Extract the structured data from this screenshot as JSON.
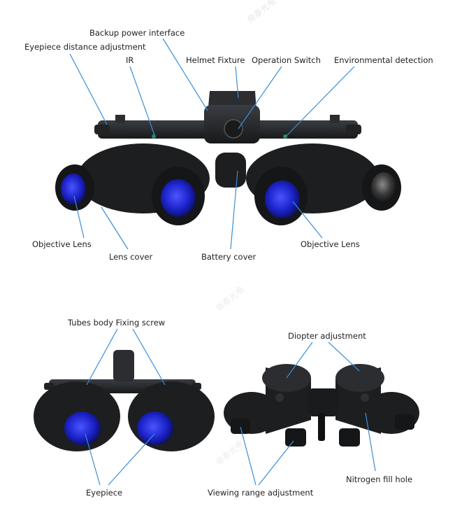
{
  "labels": {
    "backup_power": "Backup power interface",
    "eyepiece_distance": "Eyepiece distance adjustment",
    "ir": "IR",
    "helmet_fixture": "Helmet Fixture",
    "operation_switch": "Operation Switch",
    "environmental_detection": "Environmental detection",
    "objective_lens_left": "Objective Lens",
    "lens_cover": "Lens cover",
    "battery_cover": "Battery cover",
    "objective_lens_right": "Objective Lens",
    "tubes_body_screw": "Tubes body Fixing screw",
    "diopter_adjustment": "Diopter adjustment",
    "eyepiece": "Eyepiece",
    "viewing_range": "Viewing range adjustment",
    "nitrogen_fill": "Nitrogen fill hole"
  },
  "watermark": "帝泰光电",
  "colors": {
    "callout": "#3a8ed6",
    "body": "#2a2c2f",
    "lens": "#1b22c8"
  }
}
